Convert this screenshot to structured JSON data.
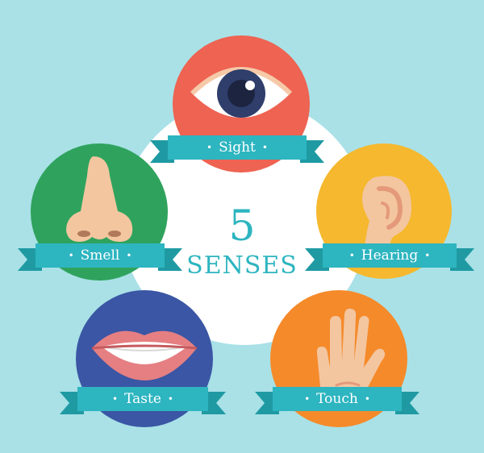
{
  "center": {
    "number": "5",
    "title": "SENSES"
  },
  "senses": [
    {
      "label": "Sight",
      "icon": "eye-icon",
      "color": "#ee6352"
    },
    {
      "label": "Hearing",
      "icon": "ear-icon",
      "color": "#f5b82e"
    },
    {
      "label": "Touch",
      "icon": "hand-icon",
      "color": "#f58a2a"
    },
    {
      "label": "Taste",
      "icon": "lips-icon",
      "color": "#3a56a4"
    },
    {
      "label": "Smell",
      "icon": "nose-icon",
      "color": "#2fa35d"
    }
  ],
  "colors": {
    "background": "#a9e1e7",
    "banner": "#2db5c0",
    "banner_tail": "#1f9aa3",
    "center_text": "#2db5c0"
  }
}
